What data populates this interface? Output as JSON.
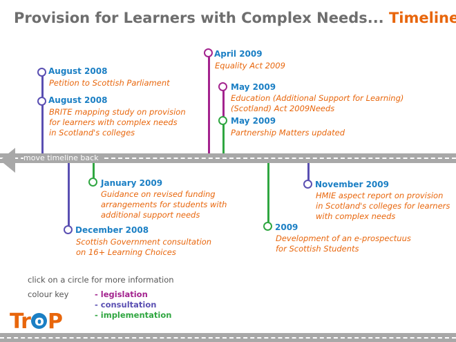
{
  "title": {
    "main": "Provision for Learners with Complex Needs...",
    "accent": "Timeline"
  },
  "colors": {
    "legislation": "#a3238e",
    "consultation": "#5a4fb2",
    "implementation": "#2fa640",
    "date_text": "#1b7fc4",
    "desc_text": "#e8660c",
    "track": "#a8a8a8"
  },
  "nav": {
    "back_label": "move timeline back"
  },
  "events": [
    {
      "date": "August 2008",
      "desc": "Petition to Scottish Parliament",
      "category": "consultation"
    },
    {
      "date": "August 2008",
      "desc": "BRITE mapping study on provision\nfor learners with complex needs\nin Scotland's colleges",
      "category": "consultation"
    },
    {
      "date": "April 2009",
      "desc": "Equality Act 2009",
      "category": "legislation"
    },
    {
      "date": "May 2009",
      "desc": "Education (Additional Support for Learning)\n(Scotland) Act 2009Needs",
      "category": "legislation"
    },
    {
      "date": "May 2009",
      "desc": "Partnership Matters updated",
      "category": "implementation"
    },
    {
      "date": "January 2009",
      "desc": "Guidance on revised funding\narrangements for students with\nadditional support needs",
      "category": "implementation"
    },
    {
      "date": "December 2008",
      "desc": "Scottish Government consultation\non 16+ Learning Choices",
      "category": "consultation"
    },
    {
      "date": "2009",
      "desc": "Development of an e-prospectuus\nfor Scottish Students",
      "category": "implementation"
    },
    {
      "date": "November 2009",
      "desc": "HMIE aspect report on provision\nin Scotland's colleges for learners\nwith complex needs",
      "category": "consultation"
    }
  ],
  "info_text": "click on a circle for more information",
  "colour_key": {
    "label": "colour key",
    "items": [
      {
        "text": "- legislation",
        "category": "legislation"
      },
      {
        "text": "- consultation",
        "category": "consultation"
      },
      {
        "text": "- implementation",
        "category": "implementation"
      }
    ]
  },
  "logo": {
    "t1": "Tr",
    "t2": "P",
    "o": "o"
  }
}
